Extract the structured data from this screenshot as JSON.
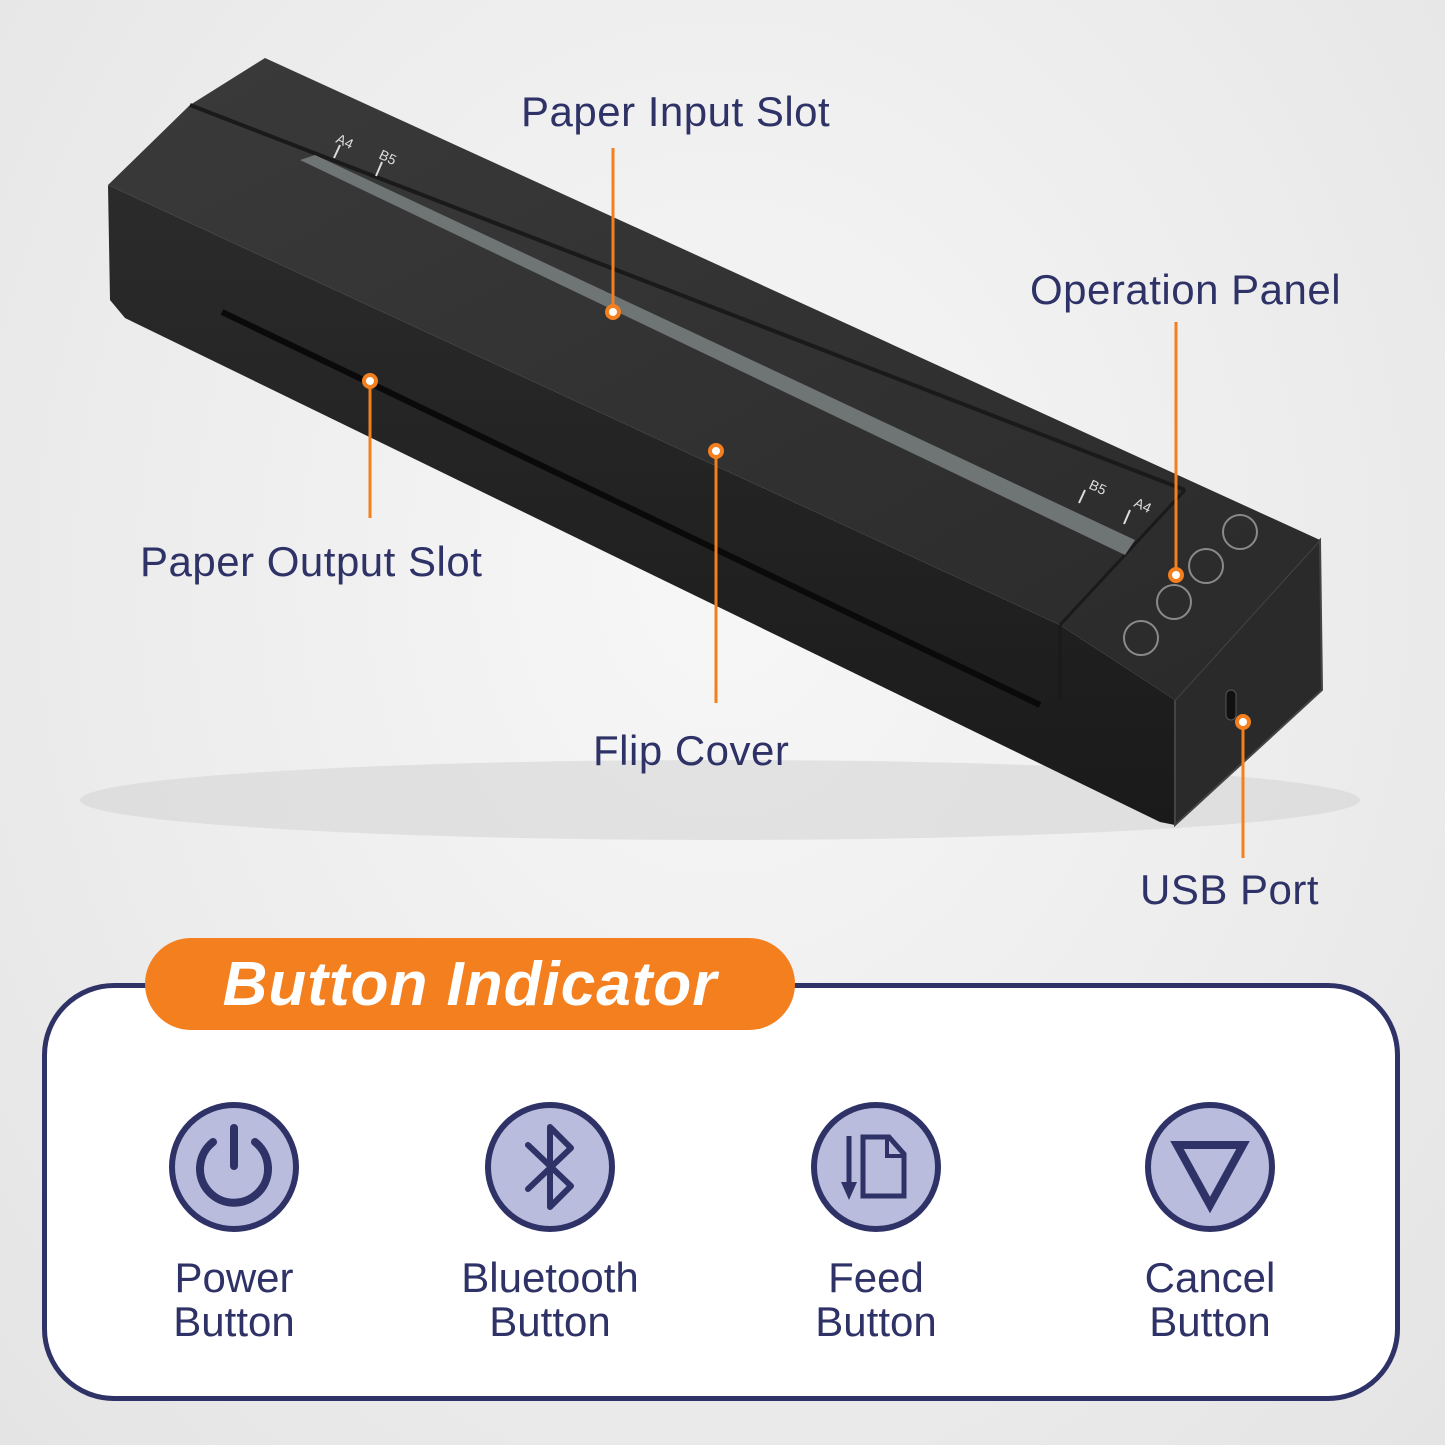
{
  "callouts": {
    "paper_input_slot": "Paper Input Slot",
    "operation_panel": "Operation Panel",
    "paper_output_slot": "Paper Output Slot",
    "flip_cover": "Flip Cover",
    "usb_port": "USB Port"
  },
  "device_marks": {
    "a4": "A4",
    "b5": "B5"
  },
  "indicator": {
    "title": "Button Indicator",
    "buttons": [
      {
        "icon": "power-icon",
        "line1": "Power",
        "line2": "Button"
      },
      {
        "icon": "bluetooth-icon",
        "line1": "Bluetooth",
        "line2": "Button"
      },
      {
        "icon": "feed-icon",
        "line1": "Feed",
        "line2": "Button"
      },
      {
        "icon": "cancel-icon",
        "line1": "Cancel",
        "line2": "Button"
      }
    ]
  },
  "colors": {
    "accent": "#f47f1f",
    "navy": "#2e3266",
    "icon_fill": "#b9bcdc"
  }
}
